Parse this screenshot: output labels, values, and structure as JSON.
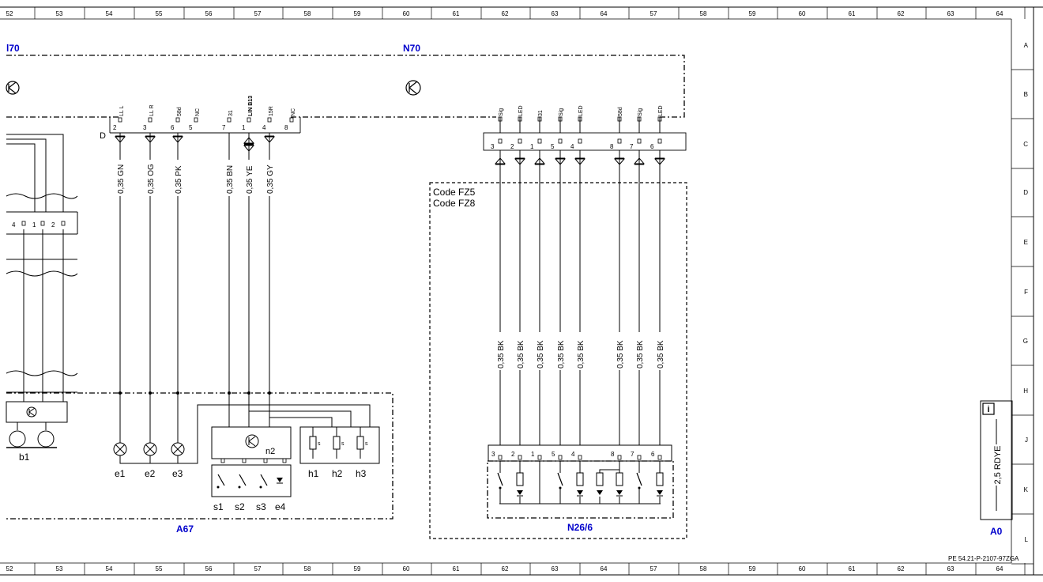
{
  "frame": {
    "top_columns": [
      "52",
      "53",
      "54",
      "55",
      "56",
      "57",
      "58",
      "59",
      "60",
      "61",
      "62",
      "63",
      "64",
      "57",
      "58",
      "59",
      "60",
      "61",
      "62",
      "63",
      "64"
    ],
    "bottom_columns": [
      "52",
      "53",
      "54",
      "55",
      "56",
      "57",
      "58",
      "59",
      "60",
      "61",
      "62",
      "63",
      "64",
      "57",
      "58",
      "59",
      "60",
      "61",
      "62",
      "63",
      "64"
    ],
    "rows": [
      "A",
      "B",
      "C",
      "D",
      "E",
      "F",
      "G",
      "H",
      "J",
      "K",
      "L"
    ]
  },
  "modules": {
    "n70_left_partial": "l70",
    "n70": "N70",
    "a67": "A67",
    "n26_6": "N26/6",
    "a0": "A0",
    "code_fz5": "Code FZ5",
    "code_fz8": "Code FZ8",
    "connector_d": "D"
  },
  "connector_left": {
    "pins": [
      {
        "name": "LL L",
        "num": "2"
      },
      {
        "name": "LL R",
        "num": "3"
      },
      {
        "name": "58d",
        "num": "6"
      },
      {
        "name": "NC",
        "num": "5"
      },
      {
        "name": "31",
        "num": "7"
      },
      {
        "name": "LIN B13",
        "num": "1"
      },
      {
        "name": "15R",
        "num": "4"
      },
      {
        "name": "NC",
        "num": "8"
      }
    ],
    "wires": [
      "0,35 GN",
      "0,35 OG",
      "0,35 PK",
      "0,35 BN",
      "0,35 YE",
      "0,35 GY"
    ]
  },
  "connector_right": {
    "pins": [
      {
        "name": "Sig",
        "num": "3"
      },
      {
        "name": "LED",
        "num": "2"
      },
      {
        "name": "31",
        "num": "1"
      },
      {
        "name": "Sig",
        "num": "5"
      },
      {
        "name": "LED",
        "num": "4"
      },
      {
        "name": "58d",
        "num": "8"
      },
      {
        "name": "Sig",
        "num": "7"
      },
      {
        "name": "LED",
        "num": "6"
      }
    ],
    "wires": [
      "0,35 BK",
      "0,35 BK",
      "0,35 BK",
      "0,35 BK",
      "0,35 BK",
      "0,35 BK",
      "0,35 BK",
      "0,35 BK"
    ],
    "bottom_pins": [
      "3",
      "2",
      "1",
      "5",
      "4",
      "8",
      "7",
      "6"
    ]
  },
  "left_edge_pins": [
    "4",
    "1",
    "2"
  ],
  "components": {
    "lamps": [
      "e1",
      "e2",
      "e3"
    ],
    "switches": [
      "s1",
      "s2",
      "s3",
      "e4"
    ],
    "heaters": [
      "h1",
      "h2",
      "h3"
    ],
    "n2": "n2",
    "b1": "b1"
  },
  "a0_wire": "2,5 RDYE",
  "info_icon": "info-icon",
  "drawing_number": "PE 54.21-P-2107-97ZGA",
  "colors": {
    "ink": "#000000",
    "label_blue": "#0000cc"
  }
}
